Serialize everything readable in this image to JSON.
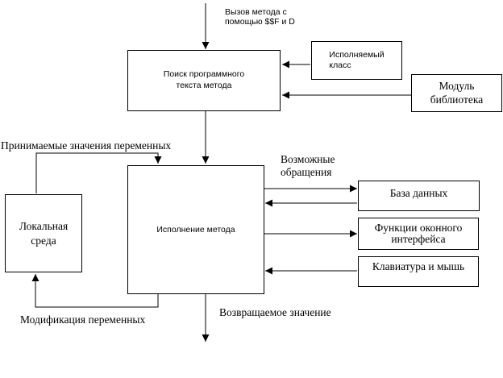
{
  "blocks": {
    "search": "Поиск программного\nтекста метода",
    "executable_class": "Исполняемый\nкласс",
    "library_module": "Модуль\nбиблиотека",
    "execution": "Исполнение метода",
    "local_env": "Локальная\nсреда",
    "database": "База данных",
    "gui_functions": "Функции оконного\nинтерфейса",
    "keyboard_mouse": "Клавиатура и мышь"
  },
  "labels": {
    "method_call": "Вызов метода с\nпомощью $$F и D",
    "accepted_values": "Принимаемые значения переменных",
    "possible_calls": "Возможные\nобращения",
    "modification": "Модификация переменных",
    "return_value": "Возвращаемое значение"
  },
  "colors": {
    "line": "#000000",
    "background": "#ffffff"
  }
}
